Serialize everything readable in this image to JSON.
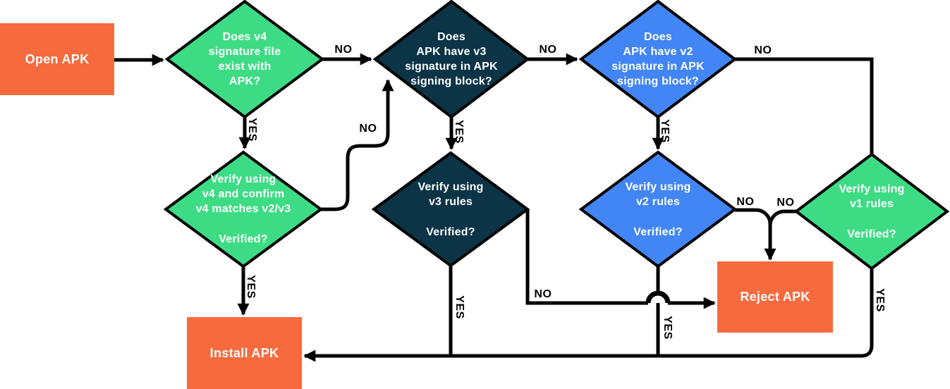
{
  "palette": {
    "green": "#3DDC84",
    "navy": "#0B3446",
    "blue": "#4285F4",
    "orange": "#F76A3D",
    "line": "#000000"
  },
  "labels": {
    "yes": "YES",
    "no": "NO"
  },
  "nodes": {
    "open_apk": {
      "label": "Open APK"
    },
    "q_v4": {
      "lines": [
        "Does v4",
        "signature file",
        "exist with",
        "APK?"
      ]
    },
    "q_v3": {
      "lines": [
        "Does",
        "APK have v3",
        "signature in APK",
        "signing block?"
      ]
    },
    "q_v2": {
      "lines": [
        "Does",
        "APK have v2",
        "signature in APK",
        "signing block?"
      ]
    },
    "verify_v4": {
      "lines": [
        "Verify using",
        "v4 and confirm",
        "v4 matches v2/v3"
      ],
      "question": "Verified?"
    },
    "verify_v3": {
      "lines": [
        "Verify using",
        "v3 rules"
      ],
      "question": "Verified?"
    },
    "verify_v2": {
      "lines": [
        "Verify using",
        "v2 rules"
      ],
      "question": "Verified?"
    },
    "verify_v1": {
      "lines": [
        "Verify using",
        "v1 rules"
      ],
      "question": "Verified?"
    },
    "reject": {
      "label": "Reject APK"
    },
    "install": {
      "label": "Install APK"
    }
  }
}
